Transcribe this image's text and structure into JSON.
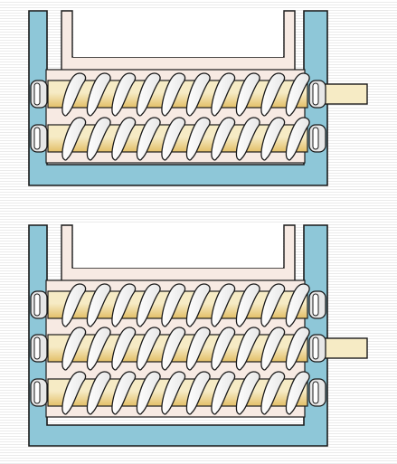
{
  "colors": {
    "background": "#ffffff",
    "stripe": "#ebebeb",
    "casing": "#8ec7d8",
    "chamber": "#f7eae3",
    "shaft": "#f6ebc5",
    "shaft_shade": "#e3bf67",
    "flight": "#e7e7e7",
    "flight_highlight": "#ffffff",
    "outline": "#1a1a1a"
  },
  "diagrams": [
    {
      "name": "twin-screw-pump",
      "screw_count": 2,
      "driven_screw": 1,
      "flights_per_screw": 10,
      "parts": [
        "casing",
        "inlet-chamber",
        "screw-rotor",
        "bearing",
        "drive-shaft"
      ]
    },
    {
      "name": "triple-screw-pump",
      "screw_count": 3,
      "driven_screw": 2,
      "flights_per_screw": 10,
      "parts": [
        "casing",
        "inlet-chamber",
        "screw-rotor",
        "bearing",
        "drive-shaft"
      ]
    }
  ]
}
